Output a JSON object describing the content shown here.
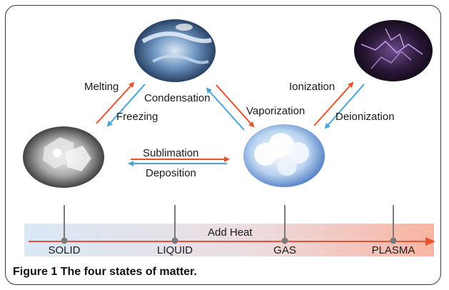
{
  "transitions": {
    "melting": "Melting",
    "freezing": "Freezing",
    "condensation": "Condensation",
    "vaporization": "Vaporization",
    "ionization": "Ionization",
    "deionization": "Deionization",
    "sublimation": "Sublimation",
    "deposition": "Deposition"
  },
  "scale": {
    "title": "Add Heat",
    "states": [
      "SOLID",
      "LIQUID",
      "GAS",
      "PLASMA"
    ]
  },
  "caption": {
    "number": "Figure 1",
    "text": "The four states of matter."
  },
  "colors": {
    "heat_arrow": "#e8532f",
    "cool_arrow": "#4aa3d9",
    "scale_left": "#dbeaf6",
    "scale_right": "#f7b9a8"
  },
  "images": [
    "ice-cubes-image",
    "liquid-water-image",
    "clouds-image",
    "plasma-lightning-image"
  ]
}
